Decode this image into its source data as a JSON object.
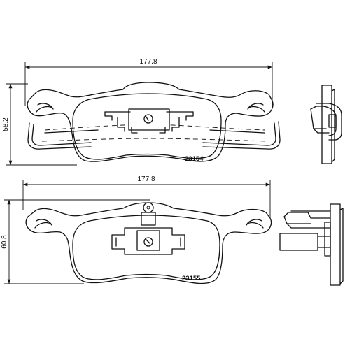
{
  "drawing": {
    "top_pad": {
      "part_number": "23154",
      "width_label": "177.8",
      "height_label": "58.2"
    },
    "bottom_pad": {
      "part_number": "23155",
      "width_label": "177.8",
      "height_label": "60.8"
    }
  }
}
